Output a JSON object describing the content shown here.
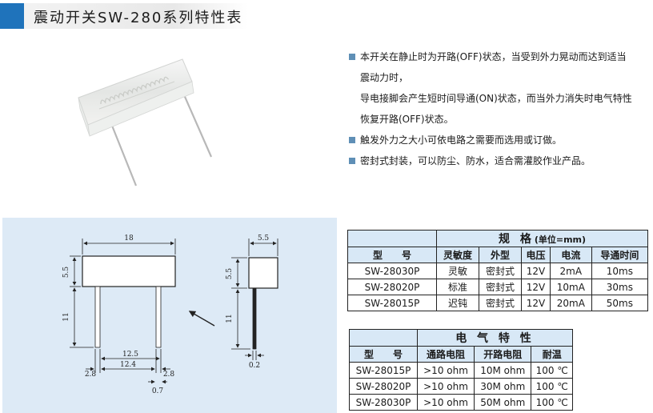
{
  "header": {
    "title": "震动开关SW-280系列特性表"
  },
  "features": [
    {
      "lines": [
        "本开关在静止时为开路(OFF)状态，当受到外力晃动而达到适当",
        "震动力时，",
        "导电接脚会产生短时间导通(ON)状态，而当外力消失时电气特性",
        "恢复开路(OFF)状态。"
      ]
    },
    {
      "lines": [
        "触发外力之大小可依电路之需要而选用或订做。"
      ]
    },
    {
      "lines": [
        "密封式封装，可以防尘、防水，适合需灌胶作业产品。"
      ]
    }
  ],
  "drawing": {
    "dim_18": "18",
    "dim_5_5_left": "5.5",
    "dim_11_left": "11",
    "dim_12_5": "12.5",
    "dim_12_4": "12.4",
    "dim_2_8_left": "2.8",
    "dim_2_8_right": "2.8",
    "dim_0_7": "0.7",
    "dim_5_5_top": "5.5",
    "dim_5_5_side": "5.5",
    "dim_11_side": "11",
    "dim_0_2": "0.2"
  },
  "spec_table": {
    "title": "规 格",
    "unit": "(单位=mm)",
    "headers": [
      "型　　号",
      "灵敏度",
      "外型",
      "电压",
      "电流",
      "导通时间"
    ],
    "rows": [
      [
        "SW-28030P",
        "灵敏",
        "密封式",
        "12V",
        "2mA",
        "10ms"
      ],
      [
        "SW-28020P",
        "标准",
        "密封式",
        "12V",
        "10mA",
        "30ms"
      ],
      [
        "SW-28015P",
        "迟钝",
        "密封式",
        "12V",
        "20mA",
        "50ms"
      ]
    ]
  },
  "elec_table": {
    "title": "电 气 特 性",
    "headers": [
      "型　　号",
      "通路电阻",
      "开路电阻",
      "耐温"
    ],
    "rows": [
      [
        "SW-28015P",
        ">10 ohm",
        "10M ohm",
        "100 ℃"
      ],
      [
        "SW-28020P",
        ">10 ohm",
        "30M ohm",
        "100 ℃"
      ],
      [
        "SW-28030P",
        ">10 ohm",
        "50M ohm",
        "100 ℃"
      ]
    ]
  },
  "colors": {
    "accent": "#1f73bb",
    "panel": "#ddeaf6",
    "table_head": "#d8e8f6",
    "bullet": "#5f8fb6"
  }
}
